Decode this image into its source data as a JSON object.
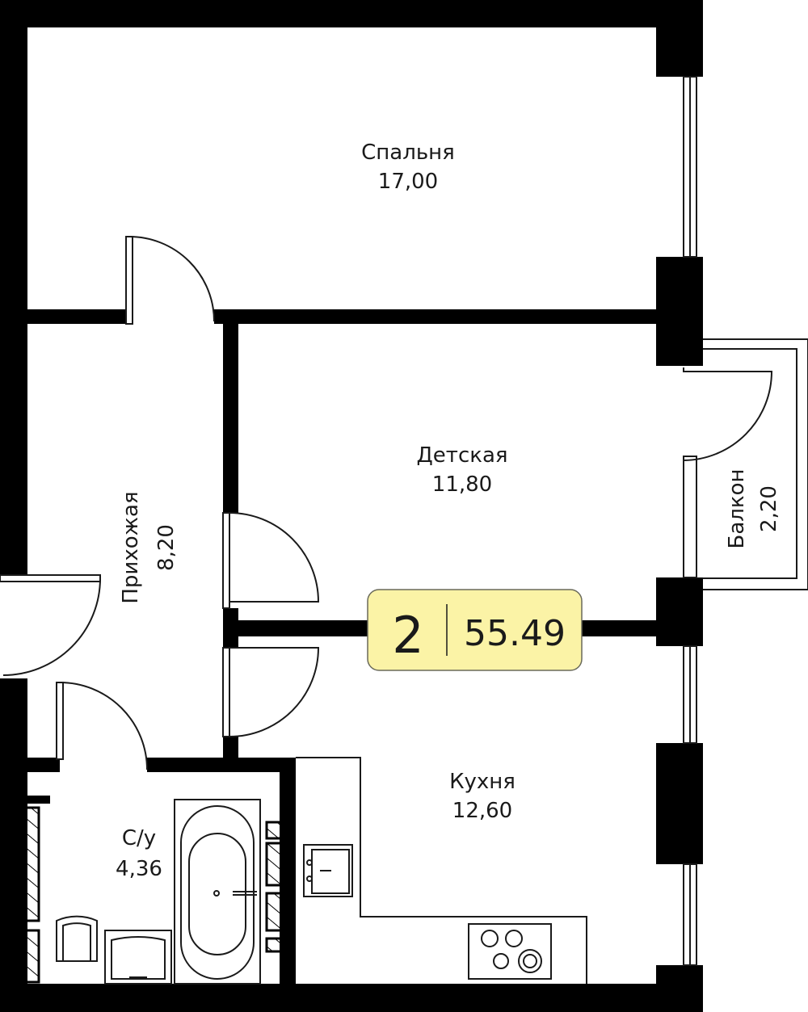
{
  "plan": {
    "rooms": [
      {
        "id": "bedroom",
        "name": "Спальня",
        "area": "17,00"
      },
      {
        "id": "kids",
        "name": "Детская",
        "area": "11,80"
      },
      {
        "id": "hall",
        "name": "Прихожая",
        "area": "8,20"
      },
      {
        "id": "balcony",
        "name": "Балкон",
        "area": "2,20"
      },
      {
        "id": "kitchen",
        "name": "Кухня",
        "area": "12,60"
      },
      {
        "id": "bathroom",
        "name": "С/у",
        "area": "4,36"
      }
    ],
    "badge": {
      "rooms": "2",
      "total_area": "55.49"
    },
    "colors": {
      "wall": "#000000",
      "badge_fill": "#fbf3a6",
      "line": "#1a1a1a"
    }
  }
}
